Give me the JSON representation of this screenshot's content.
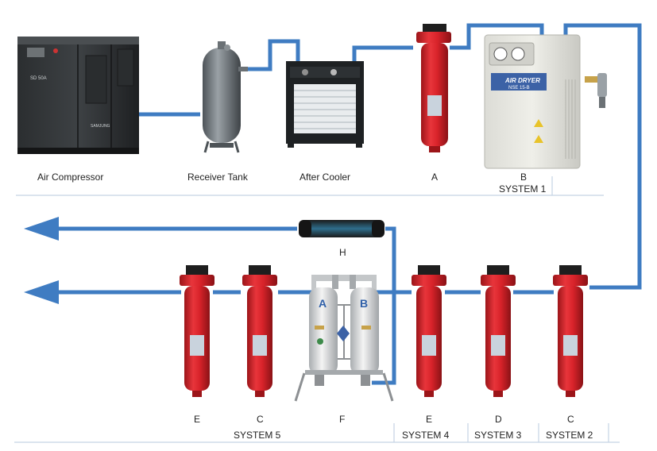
{
  "equipment": {
    "air_compressor": "Air Compressor",
    "receiver_tank": "Receiver Tank",
    "after_cooler": "After Cooler",
    "filter_a": "A",
    "dryer_b": "B",
    "compressor_model": "SD 50A",
    "compressor_brand": "SAMJUNG",
    "dryer_brand": "AIR DRYER",
    "dryer_model": "NSE 15-B"
  },
  "systems": {
    "system1": "SYSTEM 1",
    "system2": "SYSTEM 2",
    "system3": "SYSTEM 3",
    "system4": "SYSTEM 4",
    "system5": "SYSTEM 5"
  },
  "bottom_labels": {
    "e1": "E",
    "c1": "C",
    "f": "F",
    "e2": "E",
    "d": "D",
    "c2": "C",
    "h": "H"
  },
  "desiccant": {
    "tower_a": "A",
    "tower_b": "B"
  },
  "colors": {
    "pipe": "#3f7cc2",
    "filter_red": "#d8232a",
    "divider": "#c5d3e4"
  }
}
